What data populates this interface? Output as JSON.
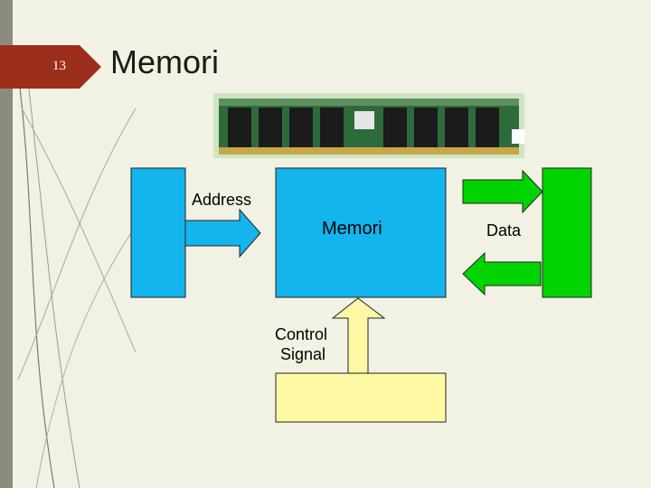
{
  "slide": {
    "number": "13",
    "title": "Memori"
  },
  "diagram": {
    "address_label": "Address",
    "memory_label": "Memori",
    "data_label": "Data",
    "control_label_line1": "Control",
    "control_label_line2": "Signal"
  },
  "colors": {
    "badge": "#9c2e1c",
    "memory": "#14b4ec",
    "data": "#00d400",
    "control": "#fcf8a4"
  }
}
